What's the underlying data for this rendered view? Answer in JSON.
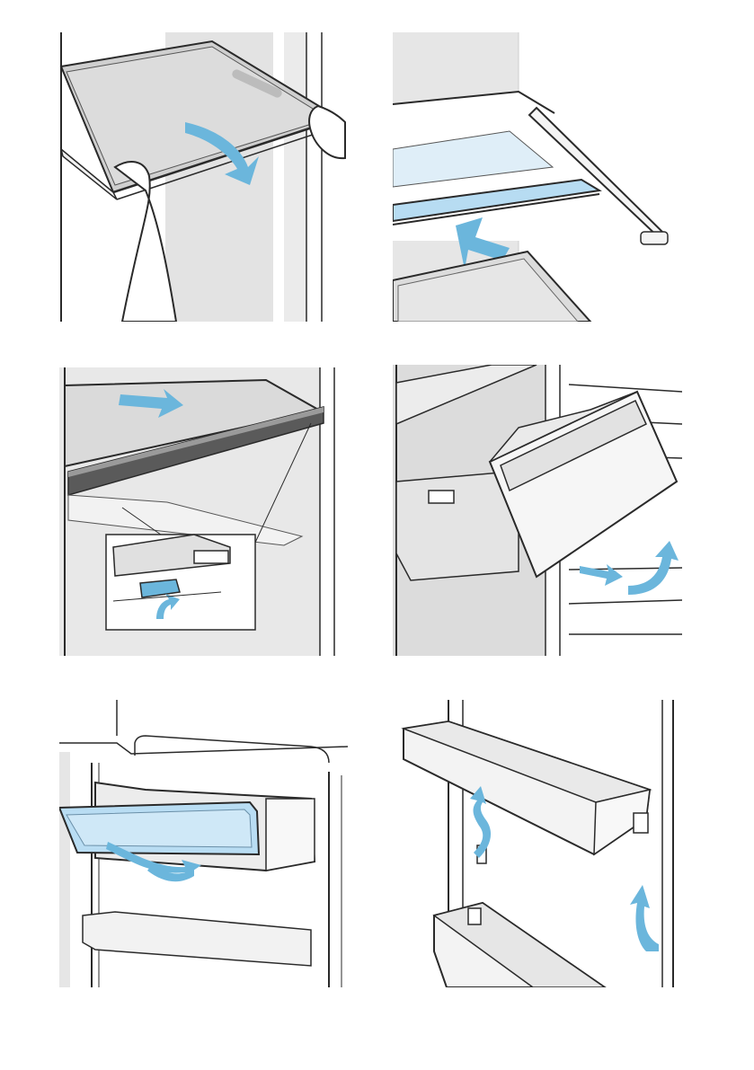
{
  "figure": {
    "panels": [
      {
        "id": "p1",
        "depicts": "remove-glass-shelf"
      },
      {
        "id": "p2",
        "depicts": "insert-glass-shelf"
      },
      {
        "id": "p3",
        "depicts": "shelf-rail-release-detail"
      },
      {
        "id": "p4",
        "depicts": "remove-freezer-drawer"
      },
      {
        "id": "p5",
        "depicts": "remove-door-compartment-lid"
      },
      {
        "id": "p6",
        "depicts": "remove-door-rack"
      }
    ]
  },
  "colors": {
    "line": "#2a2a2a",
    "shadow_gray": "#d2d2d2",
    "light_gray": "#e8e8e8",
    "arrow_blue": "#6bb6dc",
    "glass_blue": "#cfe6f5",
    "rail_dark": "#5a5a5a"
  },
  "icons": {
    "direction_arrow": "curved-arrow-icon",
    "hand": "hand-icon"
  }
}
